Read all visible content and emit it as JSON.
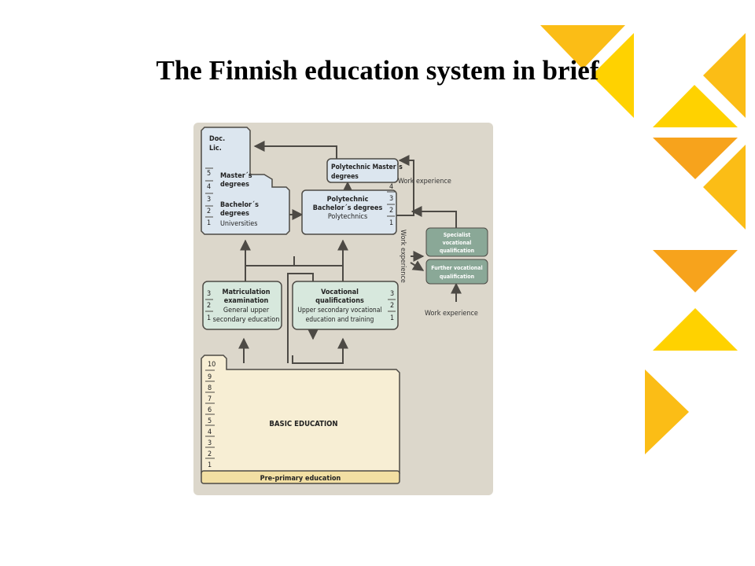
{
  "slide": {
    "title": "The Finnish education system in brief"
  },
  "colors": {
    "diagram_bg": "#dcd7cb",
    "university_fill": "#dce6ef",
    "secondary_fill": "#d7e8dd",
    "basic_fill": "#f7eed4",
    "preprimary_fill": "#f2dfa3",
    "vocational_grey": "#8aa897",
    "arrow": "#4d4a45",
    "deco_yellow": "#ffd200",
    "deco_amber": "#fbbd16",
    "deco_orange": "#f7a31c"
  },
  "diagram": {
    "universities": {
      "top_label_1": "Doc.",
      "top_label_2": "Lic.",
      "years": [
        "5",
        "4",
        "3",
        "2",
        "1"
      ],
      "masters_1": "Master´s",
      "masters_2": "degrees",
      "bachelors_1": "Bachelor´s",
      "bachelors_2": "degrees",
      "name": "Universities"
    },
    "polytechnic_masters": {
      "line1": "Polytechnic Master´s",
      "line2": "degrees"
    },
    "polytechnics": {
      "line1": "Polytechnic",
      "line2": "Bachelor´s degrees",
      "name": "Polytechnics",
      "years": [
        "4",
        "3",
        "2",
        "1"
      ]
    },
    "work_experience": {
      "top": "Work experience",
      "vertical": "Work experience",
      "bottom": "Work experience"
    },
    "specialist": {
      "line1": "Specialist",
      "line2": "vocational",
      "line3": "qualification"
    },
    "further": {
      "line1": "Further vocational",
      "line2": "qualification"
    },
    "matriculation": {
      "line1": "Matriculation",
      "line2": "examination",
      "line3": "General upper",
      "line4": "secondary education",
      "years": [
        "3",
        "2",
        "1"
      ]
    },
    "vocational": {
      "line1": "Vocational",
      "line2": "qualifications",
      "line3": "Upper secondary vocational",
      "line4": "education and training",
      "years": [
        "3",
        "2",
        "1"
      ]
    },
    "basic": {
      "title": "BASIC EDUCATION",
      "grade_10": "10",
      "grades": [
        "9",
        "8",
        "7",
        "6",
        "5",
        "4",
        "3",
        "2",
        "1"
      ]
    },
    "preprimary": "Pre-primary education"
  }
}
